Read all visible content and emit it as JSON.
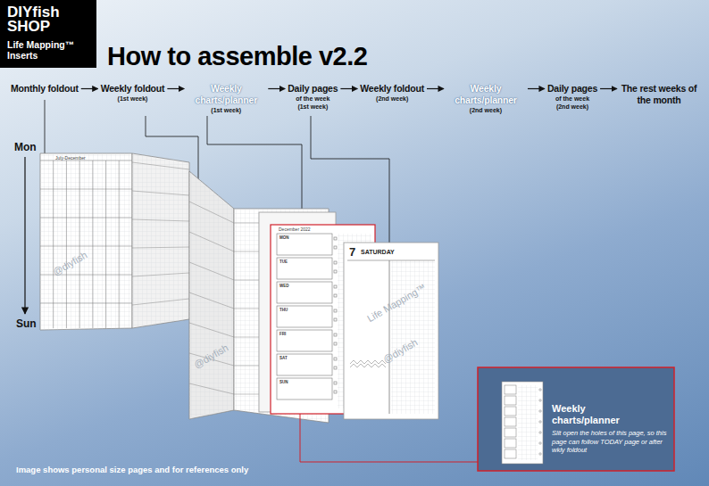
{
  "diagram": {
    "title": "How to assemble v2.2",
    "caption": "Image shows personal size pages and for references only",
    "nodes": [
      {
        "text": [
          "DIYfish SHOP",
          "Life Mapping™ Inserts"
        ]
      },
      {
        "text": [
          "Monthly foldout"
        ]
      },
      {
        "text": [
          "Weekly foldout",
          "(1st week)"
        ]
      },
      {
        "text": [
          "Weekly charts/planner",
          "(1st week)"
        ]
      },
      {
        "text": [
          "Daily pages",
          "of the week",
          "(1st week)"
        ]
      },
      {
        "text": [
          "Weekly foldout",
          "(2nd week)"
        ]
      },
      {
        "text": [
          "Weekly charts/planner",
          "(2nd week)"
        ]
      },
      {
        "text": [
          "Daily pages",
          "of the week",
          "(2nd week)"
        ]
      },
      {
        "text": [
          "The rest weeks of the month"
        ]
      },
      {
        "text": [
          "Weekly charts/planner",
          "Slit open the holes of this page, so this page can follow TODAY page or after wkly foldout"
        ]
      }
    ],
    "edges": [
      {
        "from": 1,
        "to": 2,
        "arrow": "to"
      },
      {
        "from": 2,
        "to": 3,
        "arrow": "to"
      },
      {
        "from": 3,
        "to": 4,
        "arrow": "to"
      },
      {
        "from": 4,
        "to": 5,
        "arrow": "to"
      },
      {
        "from": 5,
        "to": 6,
        "arrow": "to"
      },
      {
        "from": 6,
        "to": 7,
        "arrow": "to"
      },
      {
        "from": 7,
        "to": 8,
        "arrow": "to"
      }
    ],
    "labels": [
      "Mon",
      "Sun",
      "July-December",
      "December 2022",
      "MON",
      "TUE",
      "WED",
      "THU",
      "FRI",
      "SAT",
      "SUN",
      "7",
      "SATURDAY",
      "@diyfish",
      "@diyfish",
      "Life Mapping™",
      "@diyfish"
    ]
  }
}
